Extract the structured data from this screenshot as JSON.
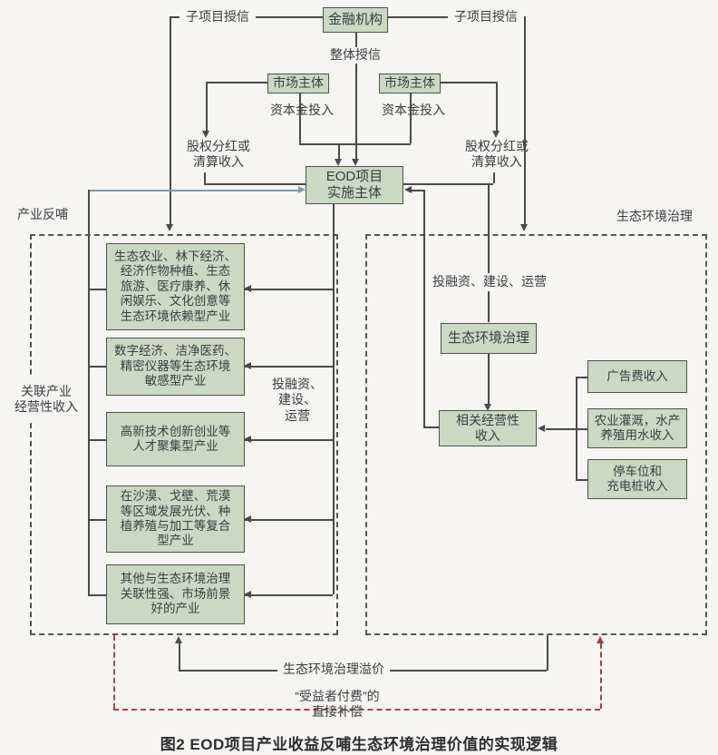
{
  "figure": {
    "caption": "图2   EOD项目产业收益反哺生态环境治理价值的实现逻辑"
  },
  "top": {
    "financial_institution": "金融机构",
    "sub_credit_left": "子项目授信",
    "sub_credit_right": "子项目授信",
    "overall_credit": "整体授信",
    "market_entity_left": "市场主体",
    "market_entity_right": "市场主体",
    "capital_left": "资本金投入",
    "capital_right": "资本金投入",
    "dividend_left": "股权分红或\n清算收入",
    "dividend_right": "股权分红或\n清算收入",
    "eod_entity": "EOD项目\n实施主体"
  },
  "left_panel": {
    "title": "产业反哺",
    "side_label": "关联产业\n经营性收入",
    "invest_label": "投融资、\n建设、\n运营",
    "industries": [
      "生态农业、林下经济、\n经济作物种植、生态\n旅游、医疗康养、休\n闲娱乐、文化创意等\n生态环境依赖型产业",
      "数字经济、洁净医药、\n精密仪器等生态环境\n敏感型产业",
      "高新技术创新创业等\n人才聚集型产业",
      "在沙漠、戈壁、荒漠\n等区域发展光伏、种\n植养殖与加工等复合\n型产业",
      "其他与生态环境治理\n关联性强、市场前景\n好的产业"
    ]
  },
  "right_panel": {
    "title": "生态环境治理",
    "invest_label": "投融资、建设、运营",
    "treatment_box": "生态环境治理",
    "revenue_box": "相关经营性\n收入",
    "revenue_sources": [
      "广告费收入",
      "农业灌溉，水产\n养殖用水收入",
      "停车位和\n充电桩收入"
    ]
  },
  "bottom": {
    "premium_label": "生态环境治理溢价",
    "compensation_label": "“受益者付费”的\n直接补偿"
  },
  "colors": {
    "box_fill": "#ccd9c2",
    "box_border": "#4a524b",
    "line": "#4a4a4a",
    "return_line": "#8398ac",
    "compensation_line": "#9c4747",
    "background": "#f6f5f2"
  }
}
